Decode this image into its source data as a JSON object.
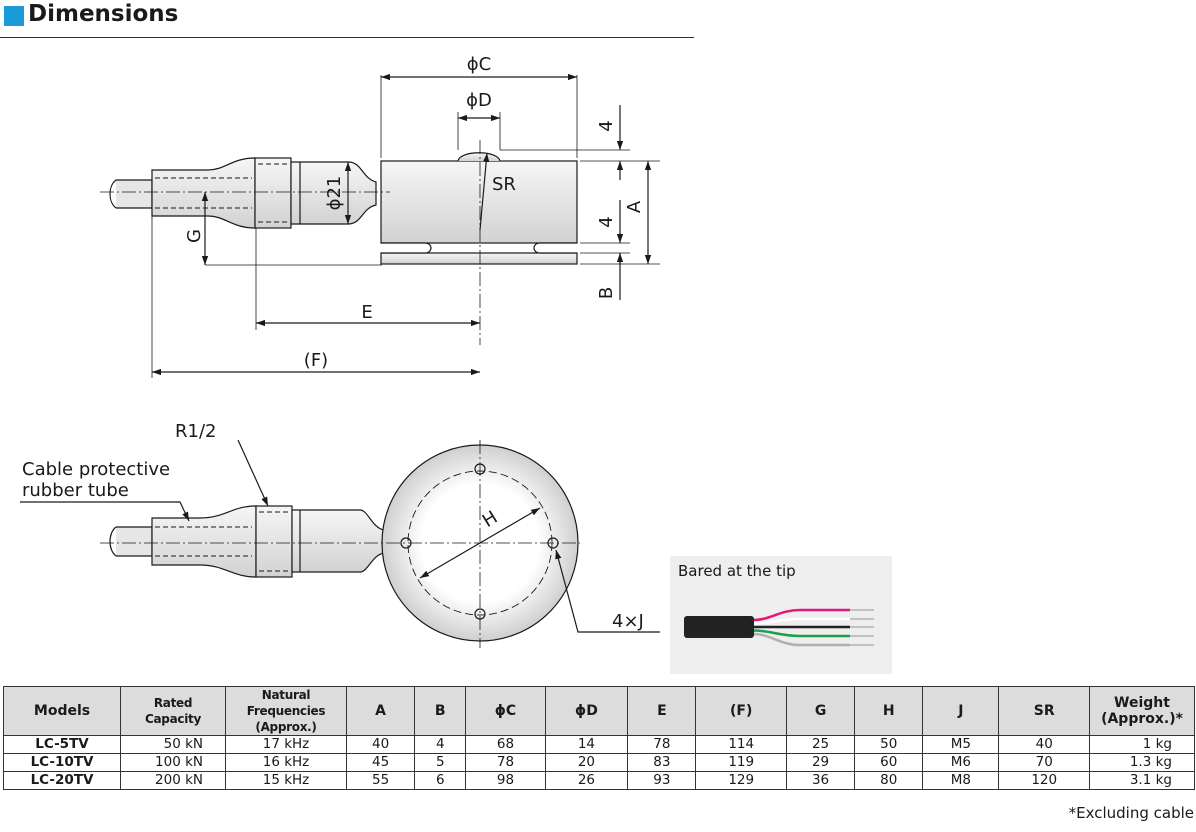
{
  "header": {
    "title": "Dimensions"
  },
  "side_view": {
    "phi_c": "ϕC",
    "phi_d": "ϕD",
    "phi_21": "ϕ21",
    "sr": "SR",
    "dim_4_top": "4",
    "dim_4_mid": "4",
    "a": "A",
    "b": "B",
    "g": "G",
    "e": "E",
    "f": "(F)"
  },
  "top_view": {
    "r12": "R1/2",
    "cable_tube_line1": "Cable protective",
    "cable_tube_line2": "rubber tube",
    "h": "H",
    "j": "4×J"
  },
  "inset": {
    "title": "Bared at the tip",
    "wire_colors": [
      "#e0187c",
      "#ffffff",
      "#222222",
      "#1aa050",
      "#b0b0b0"
    ]
  },
  "table": {
    "headers": {
      "models": "Models",
      "rated": "Rated Capacity",
      "natfreq_1": "Natural Frequencies",
      "natfreq_2": "(Approx.)",
      "a": "A",
      "b": "B",
      "c": "ϕC",
      "d": "ϕD",
      "e": "E",
      "f": "(F)",
      "g": "G",
      "h": "H",
      "j": "J",
      "sr": "SR",
      "weight_1": "Weight",
      "weight_2": "(Approx.)*"
    },
    "rows": [
      {
        "model": "LC-5TV",
        "rated": "50 kN",
        "freq": "17 kHz",
        "a": "40",
        "b": "4",
        "c": "68",
        "d": "14",
        "e": "78",
        "f": "114",
        "g": "25",
        "h": "50",
        "j": "M5",
        "sr": "40",
        "w": "1 kg"
      },
      {
        "model": "LC-10TV",
        "rated": "100 kN",
        "freq": "16 kHz",
        "a": "45",
        "b": "5",
        "c": "78",
        "d": "20",
        "e": "83",
        "f": "119",
        "g": "29",
        "h": "60",
        "j": "M6",
        "sr": "70",
        "w": "1.3 kg"
      },
      {
        "model": "LC-20TV",
        "rated": "200 kN",
        "freq": "15 kHz",
        "a": "55",
        "b": "6",
        "c": "98",
        "d": "26",
        "e": "93",
        "f": "129",
        "g": "36",
        "h": "80",
        "j": "M8",
        "sr": "120",
        "w": "3.1 kg"
      }
    ],
    "footnote": "*Excluding cable"
  }
}
